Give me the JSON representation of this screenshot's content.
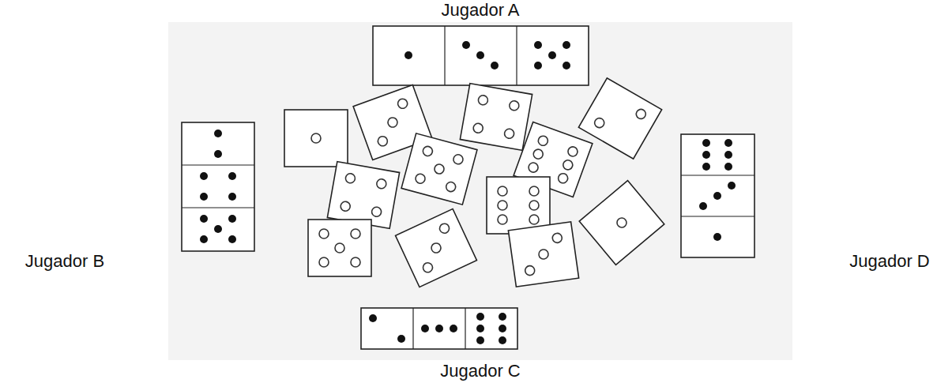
{
  "diagram": {
    "labels": [
      "Jugador A",
      "Jugador B",
      "Jugador C",
      "Jugador D"
    ]
  }
}
